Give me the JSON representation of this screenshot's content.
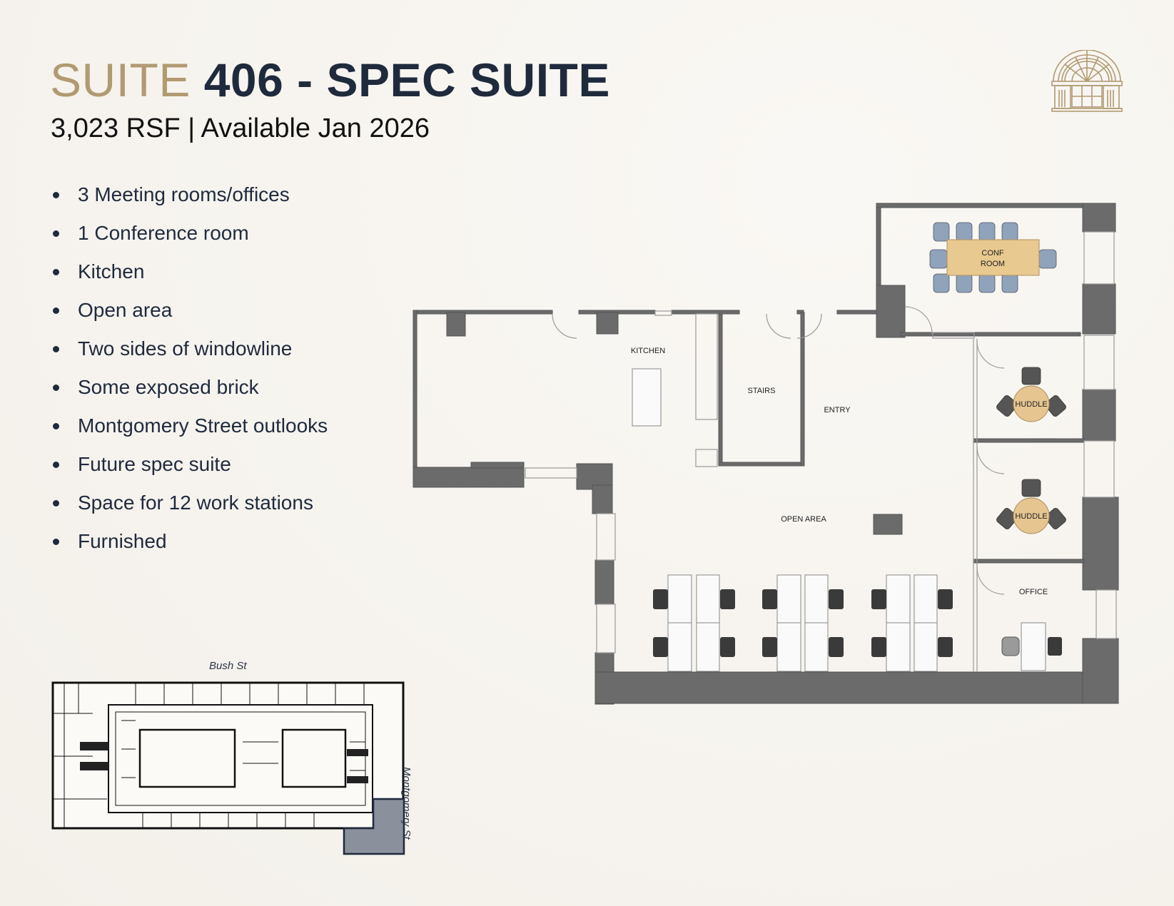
{
  "header": {
    "title_prefix": "SUITE",
    "title_main": "406 - SPEC SUITE",
    "subtitle": "3,023 RSF | Available Jan 2026",
    "logo_icon": "arched-window-logo-icon"
  },
  "features": [
    "3 Meeting rooms/offices",
    "1 Conference room",
    "Kitchen",
    "Open area",
    "Two sides of windowline",
    "Some exposed brick",
    "Montgomery Street outlooks",
    "Future spec suite",
    "Space for 12 work stations",
    "Furnished"
  ],
  "floor_plan": {
    "rooms": {
      "kitchen": "KITCHEN",
      "stairs": "STAIRS",
      "entry": "ENTRY",
      "open_area": "OPEN AREA",
      "conf_line1": "CONF",
      "conf_line2": "ROOM",
      "huddle_1": "HUDDLE",
      "huddle_2": "HUDDLE",
      "office": "OFFICE"
    },
    "workstation_count": 12,
    "colors": {
      "wall": "#6b6b6b",
      "conf_table": "#e8c98f",
      "conf_chair": "#8fa3bb",
      "huddle_table": "#e6c591",
      "task_chair": "#3a3a3a"
    }
  },
  "key_plan": {
    "north_street": "Bush St",
    "east_street": "Montgomery St",
    "highlight_color": "#8a909c"
  },
  "colors": {
    "accent_gold": "#b19a72",
    "navy": "#1f2a3d",
    "background": "#f6f3ee"
  }
}
